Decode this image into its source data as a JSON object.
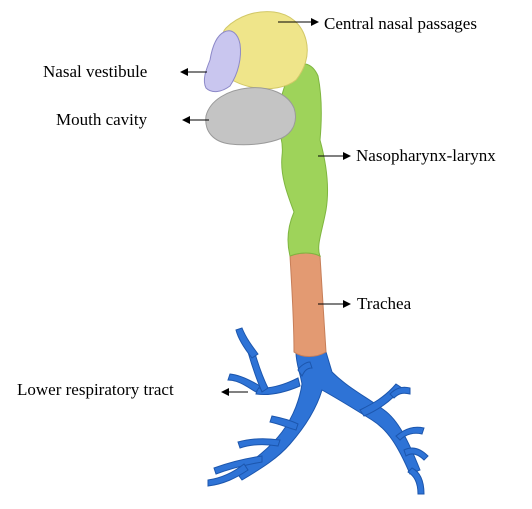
{
  "labels": {
    "central_nasal_passages": "Central nasal passages",
    "nasal_vestibule": "Nasal vestibule",
    "mouth_cavity": "Mouth cavity",
    "nasopharynx_larynx": "Nasopharynx-larynx",
    "trachea": "Trachea",
    "lower_respiratory_tract": "Lower respiratory tract"
  },
  "colors": {
    "central_nasal_passages": "#efe58a",
    "nasal_vestibule": "#c9c6ef",
    "mouth_cavity": "#c4c4c4",
    "nasopharynx_larynx": "#9ed35a",
    "trachea": "#e39a72",
    "lower_respiratory_tract": "#2e73d6"
  }
}
